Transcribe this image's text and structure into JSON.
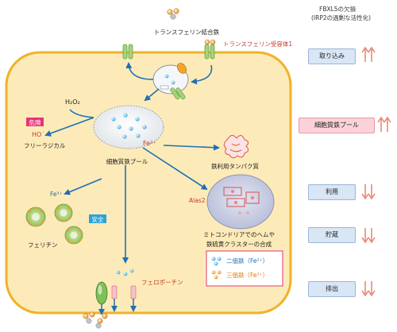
{
  "header": {
    "line1": "FBXL5の欠損",
    "line2": "(IRP2の過剰な活性化)"
  },
  "labels": {
    "transferrin_iron": "トランスフェリン結合鉄",
    "transferrin_receptor": "トランスフェリン受容体1",
    "h2o2": "H₂O₂",
    "danger": "危険",
    "ho_radical": "HO˙",
    "free_radical": "フリーラジカル",
    "fe2_pool": "Fe²⁺",
    "labile_pool": "細胞質鉄プール",
    "fe3": "Fe³⁺",
    "safe": "安全",
    "ferritin": "フェリチン",
    "iron_protein": "鉄利用タンパク質",
    "alas2": "Alas2",
    "mito_line1": "ミトコンドリアでのヘムや",
    "mito_line2": "鉄硫黄クラスターの合成",
    "ferroportin": "フェロポーチン"
  },
  "legend": {
    "ferrous": "二価鉄（Fe²⁺）",
    "ferric": "三価鉄（Fe³⁺）"
  },
  "side_panel": [
    {
      "label": "取り込み",
      "direction": "up"
    },
    {
      "label": "細胞質鉄プール",
      "direction": "up"
    },
    {
      "label": "利用",
      "direction": "down"
    },
    {
      "label": "貯蔵",
      "direction": "down"
    },
    {
      "label": "排出",
      "direction": "down"
    }
  ],
  "colors": {
    "cell_fill": "#fcebb8",
    "cell_border": "#f0b228",
    "arrow_blue": "#1f6fb5",
    "ferrous": "#5cb8e6",
    "ferric": "#f0a030",
    "danger": "#e6337a",
    "safe": "#27a5d8",
    "side_arrow": "#e9826a"
  }
}
